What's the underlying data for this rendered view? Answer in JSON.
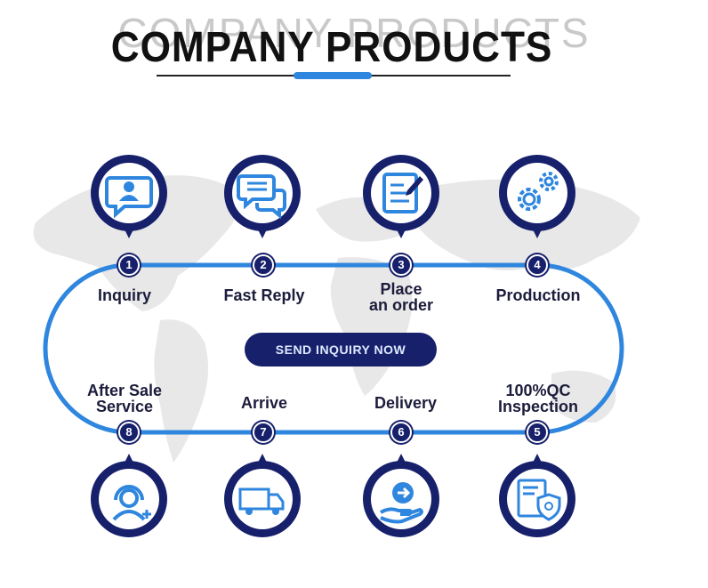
{
  "header": {
    "title": "COMPANY PRODUCTS",
    "title_shadow": "COMPANY PRODUCTS"
  },
  "colors": {
    "navy": "#17206b",
    "blue": "#2f86de",
    "map_gray": "#e6e6e6"
  },
  "cta": {
    "label": "SEND INQUIRY NOW"
  },
  "steps": [
    {
      "number": "1",
      "label": "Inquiry",
      "icon": "chat-person-icon"
    },
    {
      "number": "2",
      "label": "Fast Reply",
      "icon": "chat-bubbles-icon"
    },
    {
      "number": "3",
      "label": "Place\nan order",
      "icon": "order-form-icon"
    },
    {
      "number": "4",
      "label": "Production",
      "icon": "gears-icon"
    },
    {
      "number": "5",
      "label": "100%QC\nInspection",
      "icon": "shield-document-icon"
    },
    {
      "number": "6",
      "label": "Delivery",
      "icon": "hand-arrow-icon"
    },
    {
      "number": "7",
      "label": "Arrive",
      "icon": "truck-icon"
    },
    {
      "number": "8",
      "label": "After Sale\nService",
      "icon": "headset-support-icon"
    }
  ]
}
